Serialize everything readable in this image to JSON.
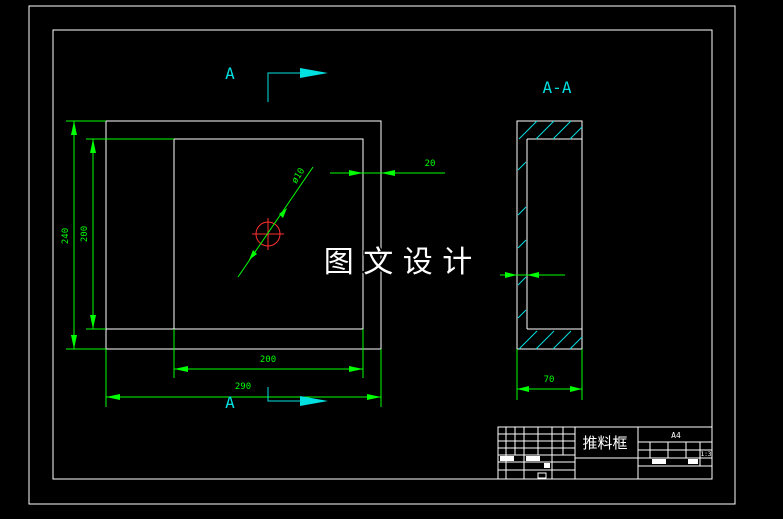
{
  "view_labels": {
    "section_mark_top": "A",
    "section_mark_bottom": "A",
    "section_view_title": "A-A"
  },
  "dimensions": {
    "outer_height": "240",
    "inner_height": "200",
    "inner_width": "200",
    "outer_width": "290",
    "wall_thickness": "20",
    "hole_diameter": "ø10",
    "section_width": "70"
  },
  "watermark": "图 文 设 计",
  "title_block": {
    "part_name": "推料框",
    "sheet_size": "A4",
    "scale": "1:3"
  },
  "colors": {
    "background": "#000000",
    "outline": "#ffffff",
    "dimension": "#00ff00",
    "arrow": "#00e0e0",
    "center_line": "#ff3030",
    "watermark": "#ffffff"
  }
}
